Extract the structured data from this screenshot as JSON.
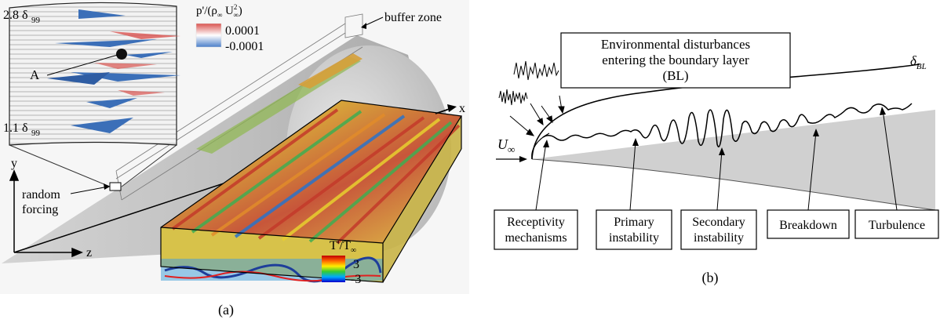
{
  "panel_a": {
    "caption": "(a)",
    "top_height_label": "2.8 δ",
    "top_height_sub": "99",
    "bottom_height_label": "1.1 δ",
    "bottom_height_sub": "99",
    "point_label": "A",
    "pressure_legend": {
      "title_main": "p'/(ρ",
      "title_sub1": "∞",
      "title_mid": " U",
      "title_sup": "2",
      "title_sub2": "∞",
      "title_end": ")",
      "max_label": "0.0001",
      "min_label": "-0.0001"
    },
    "buffer_label": "buffer zone",
    "forcing_label_line1": "random",
    "forcing_label_line2": "forcing",
    "axis_x": "x",
    "axis_y": "y",
    "axis_z": "z",
    "temperature_legend": {
      "title_main": "T'/T",
      "title_sub": "∞",
      "max_label": "3",
      "min_label": "-3"
    }
  },
  "panel_b": {
    "caption": "(b)",
    "title_line1": "Environmental disturbances",
    "title_line2": "entering the boundary layer",
    "title_line3": "(BL)",
    "delta_label": "δ",
    "delta_sub": "BL",
    "velocity_label": "U",
    "velocity_sub": "∞",
    "stages": [
      {
        "line1": "Receptivity",
        "line2": "mechanisms"
      },
      {
        "line1": "Primary",
        "line2": "instability"
      },
      {
        "line1": "Secondary",
        "line2": "instability"
      },
      {
        "line1": "Breakdown",
        "line2": ""
      },
      {
        "line1": "Turbulence",
        "line2": ""
      }
    ]
  }
}
